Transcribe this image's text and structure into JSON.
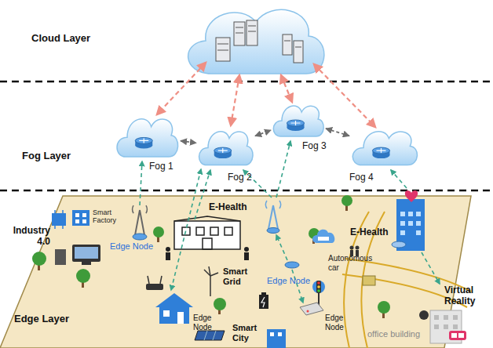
{
  "diagram": {
    "nodes": [
      {
        "text": [
          "Fog 1"
        ]
      },
      {
        "text": [
          "Fog 2"
        ]
      },
      {
        "text": [
          "Fog 3"
        ]
      },
      {
        "text": [
          "Fog 4"
        ]
      }
    ],
    "edges": [
      {
        "from": 0,
        "to": 1,
        "arrow": "both"
      },
      {
        "from": 1,
        "to": 2,
        "arrow": "both"
      },
      {
        "from": 2,
        "to": 3,
        "arrow": "both"
      }
    ],
    "labels": [
      "Cloud Layer",
      "Fog Layer",
      "Edge Layer",
      "Industry 4.0",
      "Smart Factory",
      "Edge Node",
      "E-Health",
      "Autonomous car",
      "Smart Grid",
      "Edge Node",
      "Edge Node",
      "Edge Node",
      "Smart City",
      "E-Health",
      "Virtual Reality",
      "office building"
    ]
  }
}
